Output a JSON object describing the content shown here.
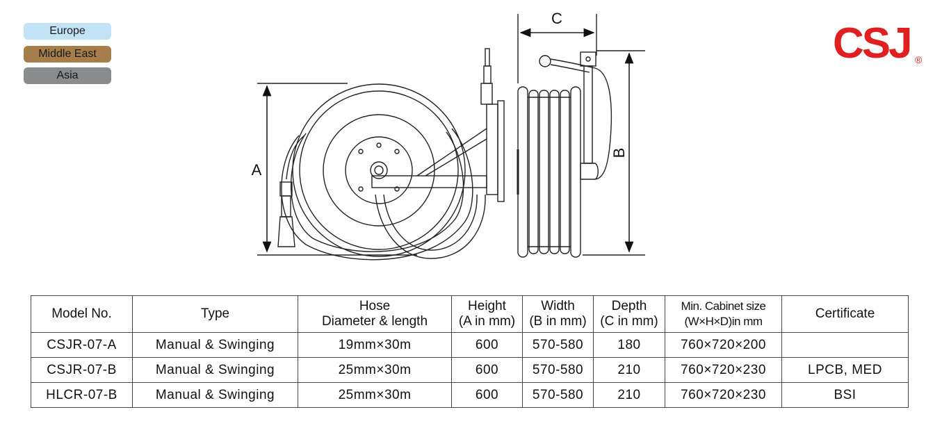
{
  "regions": [
    {
      "label": "Europe",
      "color": "#c2e2f6"
    },
    {
      "label": "Middle East",
      "color": "#a57e4c"
    },
    {
      "label": "Asia",
      "color": "#8a8b8d"
    }
  ],
  "brand": {
    "logo_text": "CSJ",
    "registered": "®",
    "color": "#e02020"
  },
  "diagram": {
    "label_a": "A",
    "label_b": "B",
    "label_c": "C"
  },
  "table": {
    "headers": [
      {
        "line1": "Model No.",
        "line2": ""
      },
      {
        "line1": "Type",
        "line2": ""
      },
      {
        "line1": "Hose",
        "line2": "Diameter & length"
      },
      {
        "line1": "Height",
        "line2": "(A in mm)"
      },
      {
        "line1": "Width",
        "line2": "(B in mm)"
      },
      {
        "line1": "Depth",
        "line2": "(C in mm)"
      },
      {
        "line1": "Min. Cabinet size",
        "line2": "(W×H×D)in mm"
      },
      {
        "line1": "Certificate",
        "line2": ""
      }
    ],
    "rows": [
      [
        "CSJR-07-A",
        "Manual & Swinging",
        "19mm×30m",
        "600",
        "570-580",
        "180",
        "760×720×200",
        ""
      ],
      [
        "CSJR-07-B",
        "Manual & Swinging",
        "25mm×30m",
        "600",
        "570-580",
        "210",
        "760×720×230",
        "LPCB, MED"
      ],
      [
        "HLCR-07-B",
        "Manual & Swinging",
        "25mm×30m",
        "600",
        "570-580",
        "210",
        "760×720×230",
        "BSI"
      ]
    ]
  }
}
